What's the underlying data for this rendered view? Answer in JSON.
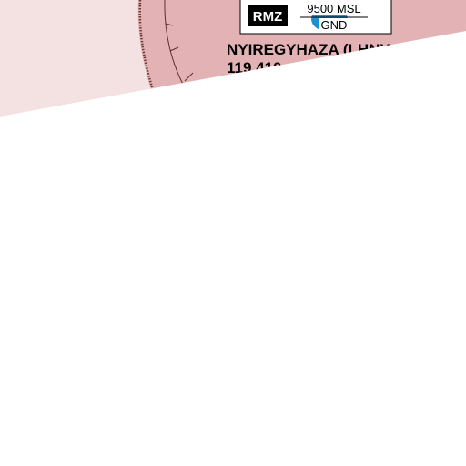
{
  "map": {
    "colors": {
      "outer_zone": "#f4e1e1",
      "inner_zone": "#e2b2b4",
      "zone_border": "#6e3a3a",
      "tick": "#5a3030",
      "label_box": "#ffffff",
      "rmz_badge": "#000000",
      "rmz_text": "#ffffff",
      "marker": "#1e90d0",
      "text": "#000000",
      "blank_area": "#ffffff"
    },
    "airspace": {
      "class_badge": "RMZ",
      "upper_limit": "9500 MSL",
      "lower_limit": "GND",
      "name": "NYIREGYHAZA (LHNY",
      "frequency": "119.410"
    },
    "icons": {
      "marker": "airspace-marker-icon"
    }
  }
}
